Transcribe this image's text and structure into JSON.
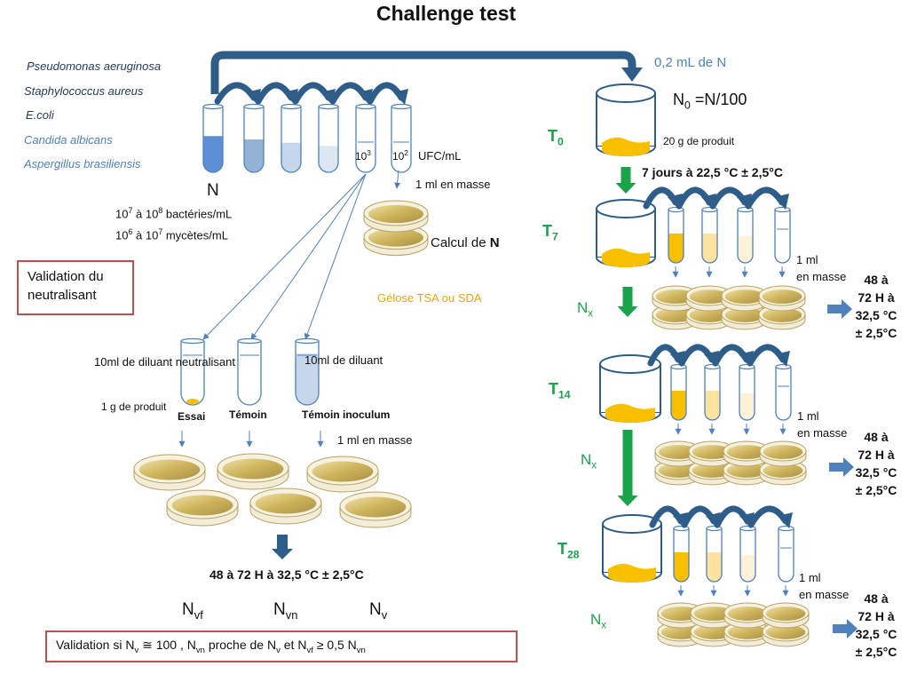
{
  "title": "Challenge test",
  "organisms": [
    {
      "name": "Pseudomonas aeruginosa",
      "tone": "dark"
    },
    {
      "name": "Staphylococcus aureus",
      "tone": "dark"
    },
    {
      "name": "E.coli",
      "tone": "dark"
    },
    {
      "name": "Candida albicans",
      "tone": "light"
    },
    {
      "name": "Aspergillus brasiliensis",
      "tone": "light"
    }
  ],
  "inoculum": {
    "label": "N",
    "bact": {
      "a": "10",
      "a_exp": "7",
      "mid": " à 10",
      "b_exp": "8",
      "unit": " bactéries/mL"
    },
    "myc": {
      "a": "10",
      "a_exp": "6",
      "mid": " à 10",
      "b_exp": "7",
      "unit": " mycètes/mL"
    },
    "dil1": {
      "base": "10",
      "exp": "3"
    },
    "dil2": {
      "base": "10",
      "exp": "2"
    },
    "ufc": "UFC/mL",
    "masse": "1 ml en masse",
    "calcul": "Calcul de ",
    "calcul_n": "N",
    "gelose": "Gélose TSA ou SDA"
  },
  "validation": {
    "box_label": "Validation du neutralisant",
    "diluant_neutralisant": "10ml de diluant neutralisant",
    "diluant": "10ml de diluant",
    "produit": "1 g de produit",
    "essai": "Essai",
    "temoin": "Témoin",
    "temoin_inoculum": "Témoin inoculum",
    "masse": "1 ml en masse",
    "incubation": "48 à 72 H à 32,5 °C ± 2,5°C",
    "nvf": {
      "base": "N",
      "sub": "vf"
    },
    "nvn": {
      "base": "N",
      "sub": "vn"
    },
    "nv": {
      "base": "N",
      "sub": "v"
    },
    "criterion": {
      "t1": "Validation si N",
      "s1": "v",
      "t2": " ≅ 100  , N",
      "s2": "vn",
      "t3": " proche de N",
      "s3": "v",
      "t4": " et N",
      "s4": "vf",
      "t5": " ≥ 0,5 N",
      "s5": "vn"
    }
  },
  "challenge": {
    "transfer": "0,2 mL de N",
    "n0": {
      "base": "N",
      "sub": "0",
      "rest": " =N/100"
    },
    "product": "20 g de produit",
    "storage": "7 jours à 22,5 °C ± 2,5°C",
    "masse1": "1 ml",
    "masse2": "en masse",
    "incub": [
      "48 à",
      "72 H à",
      "32,5 °C",
      "± 2,5°C"
    ],
    "nx": {
      "base": "N",
      "sub": "x"
    },
    "times": [
      {
        "base": "T",
        "sub": "0"
      },
      {
        "base": "T",
        "sub": "7"
      },
      {
        "base": "T",
        "sub": "14"
      },
      {
        "base": "T",
        "sub": "28"
      }
    ]
  },
  "colors": {
    "arrow_dark": "#2e5d8a",
    "arrow_light": "#4f81bd",
    "green": "#1aa34a",
    "box_border": "#c0504d",
    "yellow_text": "#e8a800",
    "agar": "#d4be6a",
    "liquid": "#f8c000"
  }
}
